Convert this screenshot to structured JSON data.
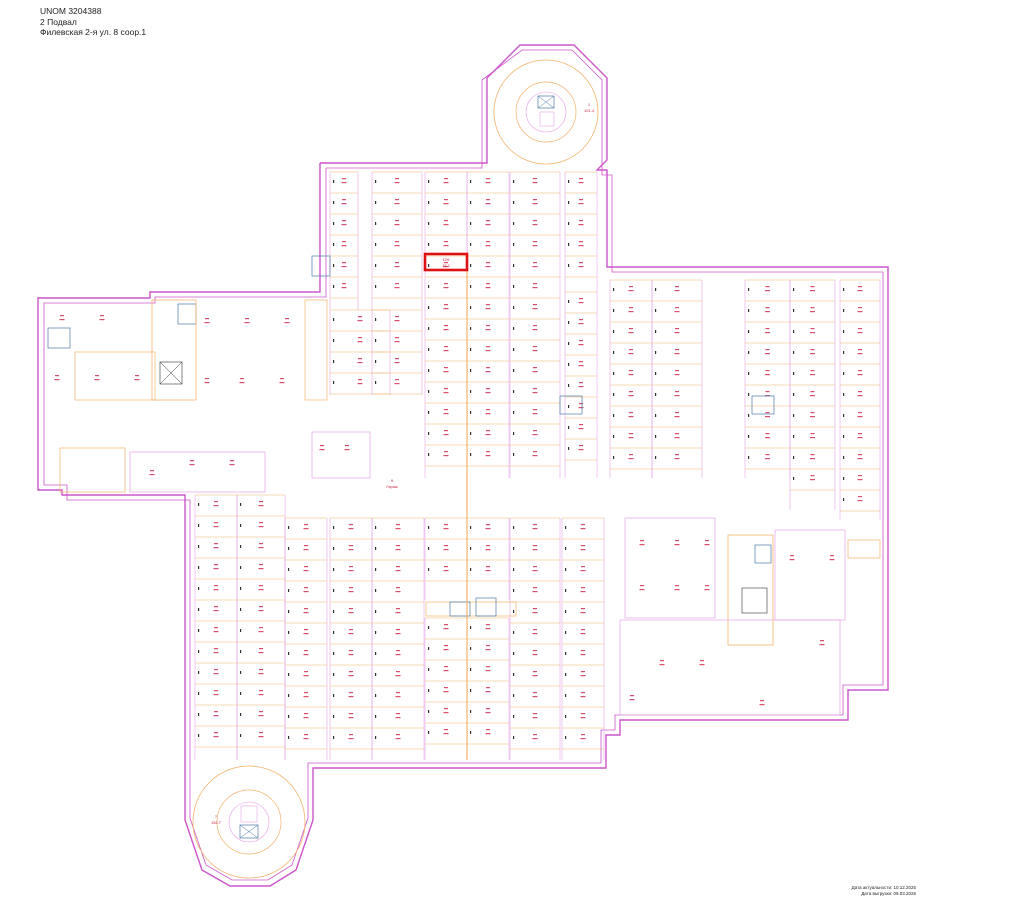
{
  "header": {
    "unom": "UNOM 3204388",
    "entrance": "2 Подвал",
    "address": "Филевская 2-я ул. 8 соор.1"
  },
  "footer": {
    "actual_date": "Дата актуальности: 10.12.2025",
    "issue_date": "Дата выгрузки: 09.03.2026"
  },
  "colors": {
    "wall": "#cc55cc",
    "wall_light": "#e8a3e8",
    "partition": "#f2b26b",
    "label": "#cc2244",
    "dark": "#333333",
    "highlight": "#dd1111",
    "stair": "#4a7aa8"
  },
  "plan": {
    "space_label": "Гараж",
    "space_code": "9",
    "rotunda_top_room": "1",
    "rotunda_top_area": "101.4",
    "rotunda_bottom_room": "7",
    "rotunda_bottom_area": "152.7",
    "highlighted_room": "129",
    "highlighted_area": "15.2"
  }
}
